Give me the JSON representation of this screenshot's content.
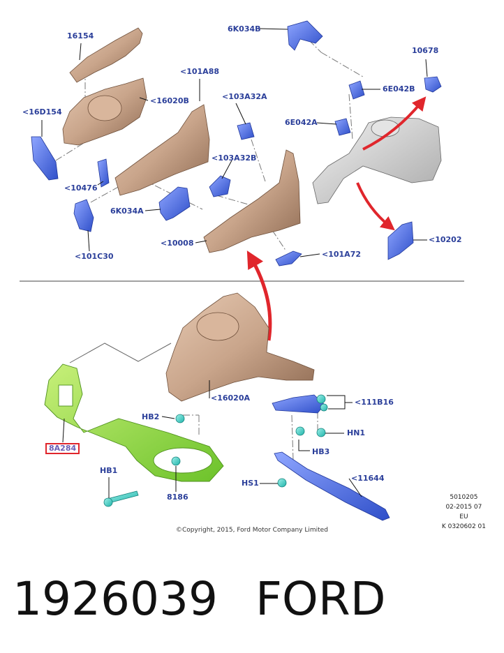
{
  "labels": {
    "l16154": "16154",
    "l16020B": "<16020B",
    "l16D154": "<16D154",
    "l10476": "<10476",
    "l101C30": "<101C30",
    "l6K034A": "6K034A",
    "l101A88": "<101A88",
    "l103A32A": "<103A32A",
    "l103A32B": "<103A32B",
    "l10008": "<10008",
    "l6K034B": "6K034B",
    "l10678": "10678",
    "l6E042B": "6E042B",
    "l6E042A": "6E042A",
    "l10202": "<10202",
    "l101A72": "<101A72",
    "l16020A": "<16020A",
    "l8A284": "8A284",
    "lHB2": "HB2",
    "lHB1": "HB1",
    "l8186": "8186",
    "l111B16": "<111B16",
    "lHN1": "HN1",
    "lHB3": "HB3",
    "lHS1": "HS1",
    "l11644": "<11644"
  },
  "copyright": "©Copyright, 2015, Ford Motor Company Limited",
  "meta": [
    "5010205",
    "02-2015 07",
    "EU",
    "K 0320602 01"
  ],
  "footer": {
    "part_number": "1926039",
    "brand": "FORD"
  },
  "colors": {
    "label": "#2b3f9a",
    "body_panel": "#c9a58b",
    "bracket": "#4f6fd8",
    "frame": "#8fd93c",
    "fastener": "#3fd0c8",
    "arrow": "#e0262c"
  }
}
